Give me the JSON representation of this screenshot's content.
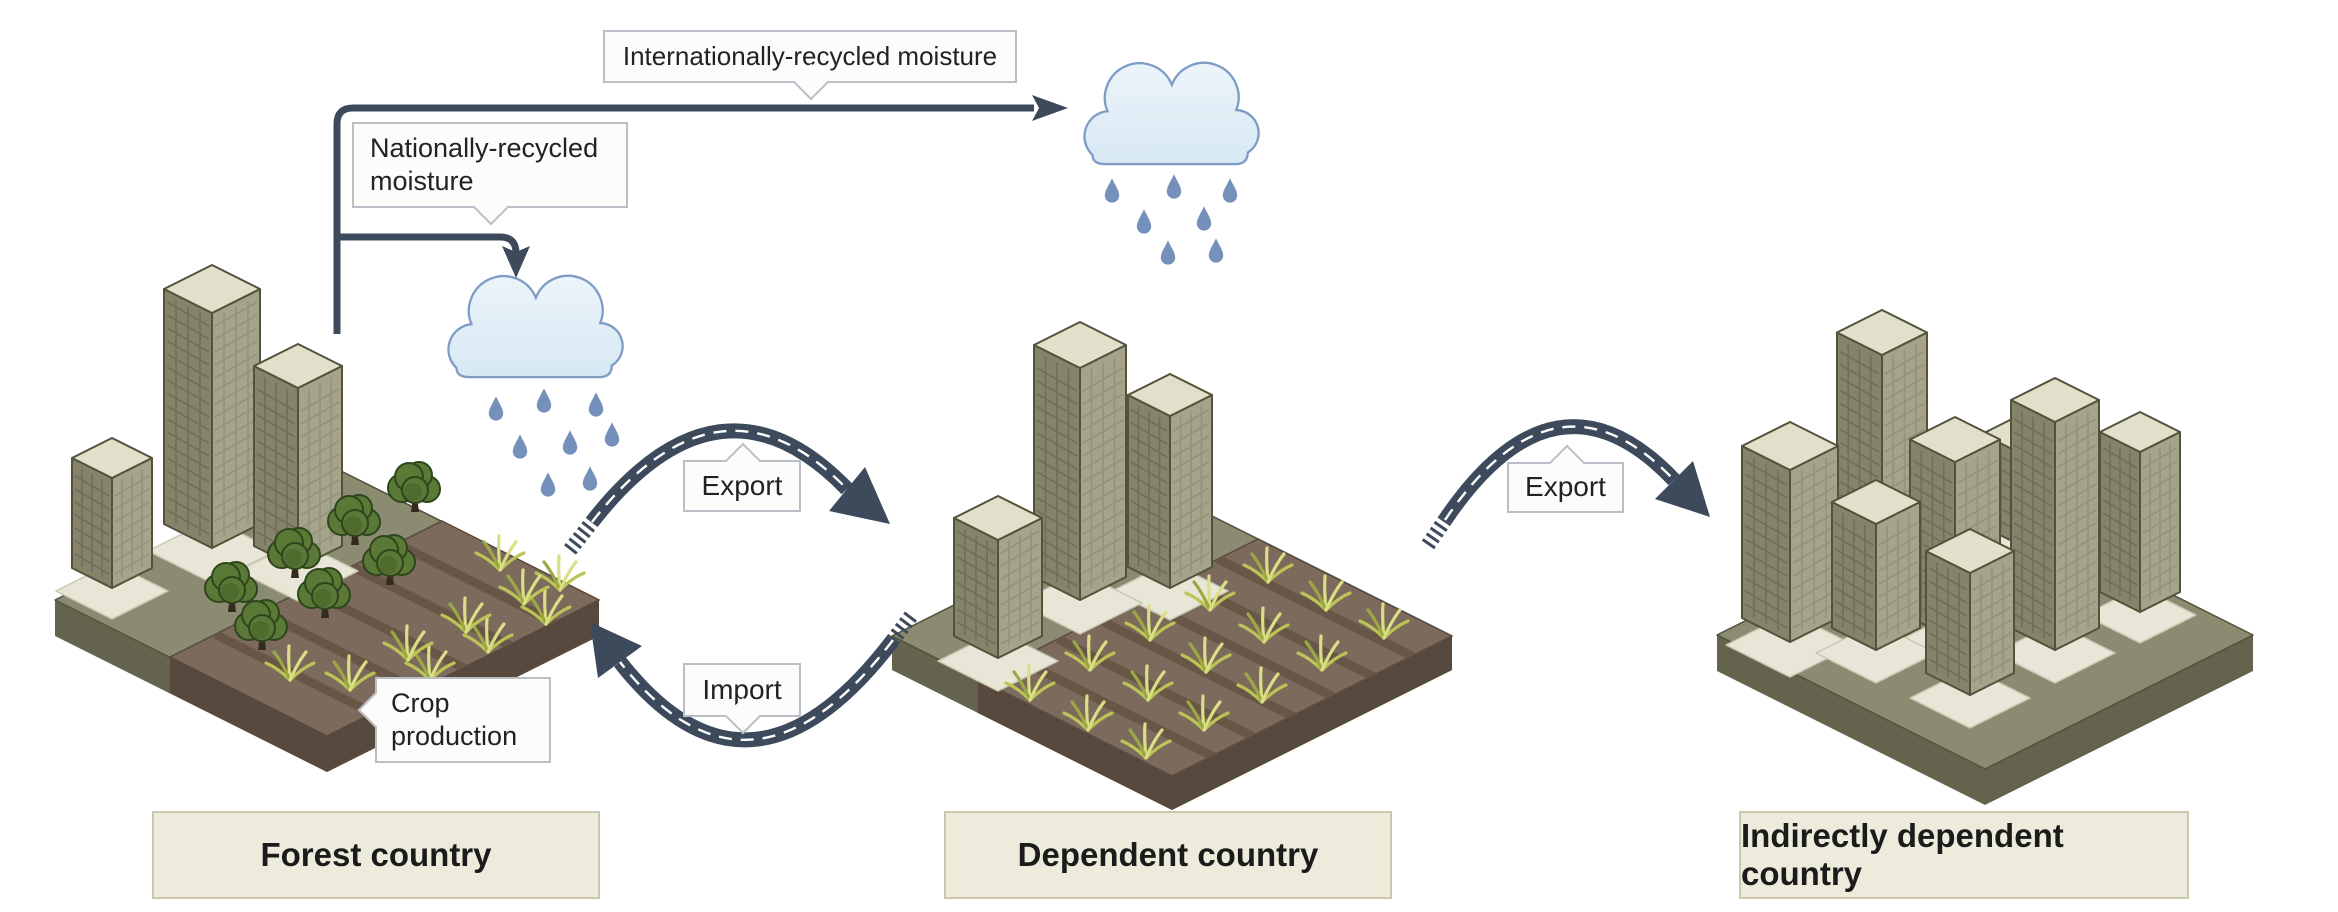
{
  "figure": {
    "background": "#ffffff"
  },
  "labels": {
    "internationally_recycled": "Internationally-recycled moisture",
    "nationally_recycled": "Nationally-recycled moisture",
    "crop_production": "Crop production",
    "export_forest_to_dependent": "Export",
    "import_dependent_to_forest": "Import",
    "export_dependent_to_indirect": "Export"
  },
  "countries": [
    {
      "id": "forest",
      "label": "Forest country"
    },
    {
      "id": "dependent",
      "label": "Dependent country"
    },
    {
      "id": "indirect",
      "label": "Indirectly dependent country"
    }
  ],
  "icons": [
    "rain-cloud-icon",
    "rain-drop-icon",
    "moisture-flow-arrow",
    "export-road-arrow",
    "import-road-arrow",
    "building-icon",
    "tree-icon",
    "crop-plant-icon"
  ],
  "colors": {
    "figure_bg": "#ffffff",
    "arrow": "#3d4a5c",
    "road": "#3d4a5c",
    "road_dash": "#ffffff",
    "cloud_fill": "#d7e8f3",
    "cloud_fill_light": "#ecf4fa",
    "cloud_stroke": "#7e9cc4",
    "rain": "#7590ba",
    "callout_bg": "#fcfcfa",
    "callout_border": "#b9bec7",
    "text": "#222222",
    "country_box_bg": "#edebdc",
    "country_box_border": "#cbc8ad",
    "country_text": "#1b1b1b",
    "platform_top": "#8b8b71",
    "platform_side": "#64644e",
    "soil_top": "#7c6b5d",
    "soil_row": "#685747",
    "soil_side": "#57493d",
    "pad": "#e8e7d7",
    "pad_border": "#c9c8b2",
    "building_top": "#e1e0cb",
    "building_left": "#85846b",
    "building_right": "#a5a48a",
    "building_line_left": "#6f6e59",
    "building_line_right": "#93927a",
    "outline": "#53523a",
    "tree_fill": "#5a7836",
    "tree_dark": "#49652b",
    "tree_stroke": "#2f451c",
    "trunk": "#352a1d",
    "crop_main": "#bcc455",
    "crop_light": "#dade85",
    "crop_dark": "#9aa943"
  }
}
